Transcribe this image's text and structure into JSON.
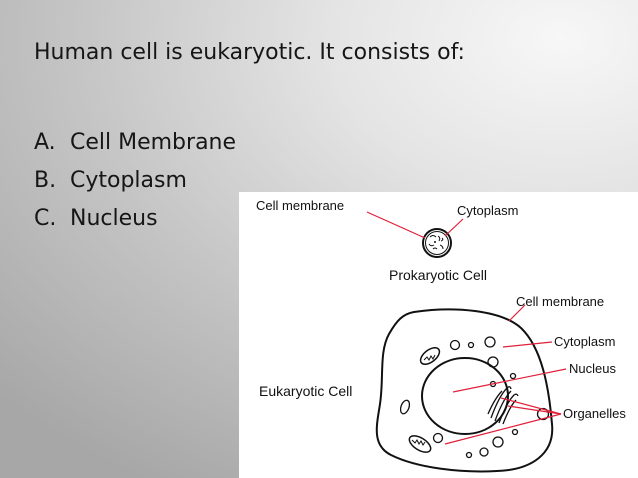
{
  "slide": {
    "heading": "Human cell is eukaryotic. It consists of:",
    "items": [
      {
        "letter": "A.",
        "label": "Cell Membrane"
      },
      {
        "letter": "B.",
        "label": "Cytoplasm"
      },
      {
        "letter": "C.",
        "label": "Nucleus"
      }
    ]
  },
  "diagram": {
    "prokaryote": {
      "label_membrane": "Cell membrane",
      "label_cytoplasm": "Cytoplasm",
      "caption": "Prokaryotic Cell"
    },
    "eukaryote": {
      "caption": "Eukaryotic Cell",
      "label_membrane": "Cell membrane",
      "label_cytoplasm": "Cytoplasm",
      "label_nucleus": "Nucleus",
      "label_organelles": "Organelles"
    },
    "colors": {
      "leader_line": "#e0203a",
      "outline": "#111111",
      "background": "#ffffff"
    }
  }
}
